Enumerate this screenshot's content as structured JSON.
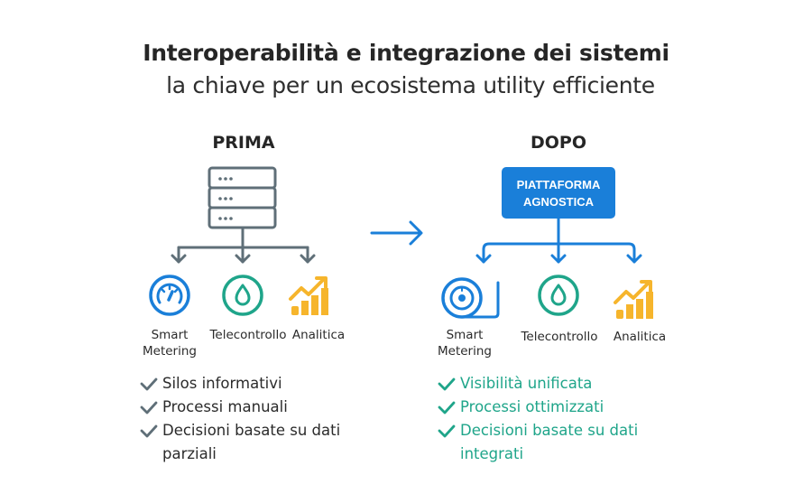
{
  "header": {
    "title": "Interoperabilità e integrazione dei sistemi",
    "subtitle": "la chiave per un ecosistema utility efficiente"
  },
  "before": {
    "heading": "PRIMA",
    "source_icon": "server-stack-icon",
    "modules": [
      {
        "icon": "speedometer-icon",
        "label_lines": [
          "Smart",
          "Metering"
        ]
      },
      {
        "icon": "water-drop-icon",
        "label_lines": [
          "Telecontrollo"
        ]
      },
      {
        "icon": "growth-chart-icon",
        "label_lines": [
          "Analitica"
        ]
      }
    ],
    "points": [
      {
        "icon": "check-icon",
        "lines": [
          "Silos informativi"
        ]
      },
      {
        "icon": "check-icon",
        "lines": [
          "Processi manuali"
        ]
      },
      {
        "icon": "check-icon",
        "lines": [
          "Decisioni basate su dati",
          "parziali"
        ]
      }
    ]
  },
  "transition_icon": "arrow-right-icon",
  "after": {
    "heading": "DOPO",
    "platform_lines": [
      "PIATTAFORMA",
      "AGNOSTICA"
    ],
    "modules": [
      {
        "icon": "smart-meter-icon",
        "label_lines": [
          "Smart",
          "Metering"
        ]
      },
      {
        "icon": "water-drop-icon",
        "label_lines": [
          "Telecontrollo"
        ]
      },
      {
        "icon": "growth-chart-icon",
        "label_lines": [
          "Analitica"
        ]
      }
    ],
    "points": [
      {
        "icon": "check-icon",
        "lines": [
          "Visibilità unificata"
        ]
      },
      {
        "icon": "check-icon",
        "lines": [
          "Processi ottimizzati"
        ]
      },
      {
        "icon": "check-icon",
        "lines": [
          "Decisioni basate su dati",
          "integrati"
        ]
      }
    ]
  },
  "colors": {
    "blue": "#1a7fd9",
    "teal": "#1fa58a",
    "amber": "#f6b52c",
    "slate": "#5f6f78",
    "text": "#2b2b2b"
  }
}
